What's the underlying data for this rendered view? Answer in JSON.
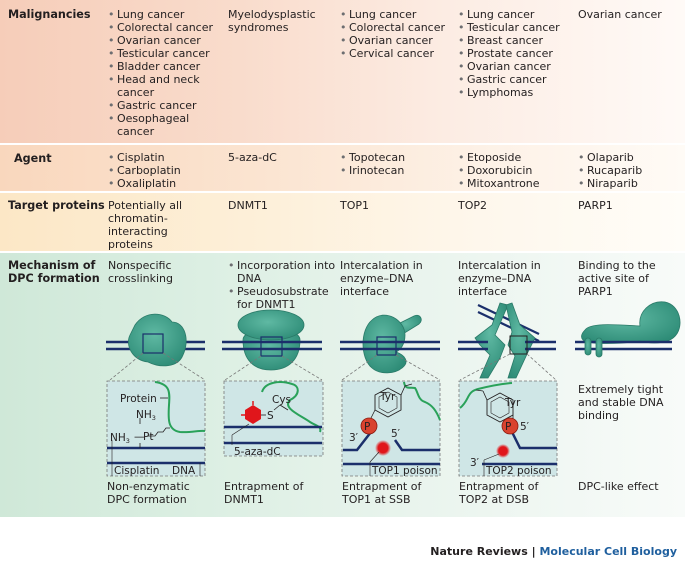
{
  "rows": {
    "malignancies": {
      "label": "Malignancies",
      "cols": [
        {
          "items": [
            "Lung cancer",
            "Colorectal cancer",
            "Ovarian cancer",
            "Testicular cancer",
            "Bladder cancer",
            "Head and neck cancer",
            "Gastric cancer",
            "Oesophageal cancer"
          ]
        },
        {
          "text": "Myelodysplastic syndromes"
        },
        {
          "items": [
            "Lung cancer",
            "Colorectal cancer",
            "Ovarian cancer",
            "Cervical cancer"
          ]
        },
        {
          "items": [
            "Lung cancer",
            "Testicular cancer",
            "Breast cancer",
            "Prostate cancer",
            "Ovarian cancer",
            "Gastric cancer",
            "Lymphomas"
          ]
        },
        {
          "text": "Ovarian cancer"
        }
      ]
    },
    "agent": {
      "label": "Agent",
      "cols": [
        {
          "items": [
            "Cisplatin",
            "Carboplatin",
            "Oxaliplatin"
          ]
        },
        {
          "text": "5-aza-dC"
        },
        {
          "items": [
            "Topotecan",
            "Irinotecan"
          ]
        },
        {
          "items": [
            "Etoposide",
            "Doxorubicin",
            "Mitoxantrone"
          ]
        },
        {
          "items": [
            "Olaparib",
            "Rucaparib",
            "Niraparib"
          ]
        }
      ]
    },
    "target": {
      "label": "Target proteins",
      "cols": [
        {
          "text": "Potentially all chromatin-interacting proteins"
        },
        {
          "text": "DNMT1"
        },
        {
          "text": "TOP1"
        },
        {
          "text": "TOP2"
        },
        {
          "text": "PARP1"
        }
      ]
    },
    "mechanism": {
      "label": "Mechanism of DPC formation",
      "cols": [
        {
          "text": "Nonspecific crosslinking"
        },
        {
          "items": [
            "Incorporation into DNA",
            "Pseudosubstrate for DNMT1"
          ]
        },
        {
          "text": "Intercalation in enzyme–DNA interface"
        },
        {
          "text": "Intercalation in enzyme–DNA interface"
        },
        {
          "text": "Binding to the active site of PARP1"
        }
      ]
    }
  },
  "annotations": {
    "cisplatin": {
      "protein": "Protein",
      "nh3_top": "NH",
      "nh3_left": "NH",
      "sub3": "3",
      "pt": "Pt",
      "cisplatin": "Cisplatin",
      "dna": "DNA"
    },
    "dnmt1": {
      "cys": "Cys",
      "s": "S",
      "aza": "5-aza-dC"
    },
    "top1": {
      "tyr": "Tyr",
      "p": "P",
      "three": "3′",
      "five": "5′",
      "poison": "TOP1 poison"
    },
    "top2": {
      "tyr": "Tyr",
      "p": "P",
      "three": "3′",
      "five": "5′",
      "poison": "TOP2 poison"
    },
    "parp1": {
      "note": "Extremely tight and stable DNA binding"
    }
  },
  "captions": [
    "Non-enzymatic DPC formation",
    "Entrapment of DNMT1",
    "Entrapment of TOP1 at SSB",
    "Entrapment of TOP2 at DSB",
    "DPC-like effect"
  ],
  "footer": {
    "publisher": "Nature Reviews",
    "separator": " | ",
    "journal": "Molecular Cell Biology"
  },
  "colors": {
    "protein": "#3a9c86",
    "dna": "#1b2f6b",
    "inset": "#cfe6e6",
    "poison": "#e0161b",
    "phosphate": "#d9432f",
    "strand": "#2aa25a",
    "journal": "#1f5f9e"
  }
}
